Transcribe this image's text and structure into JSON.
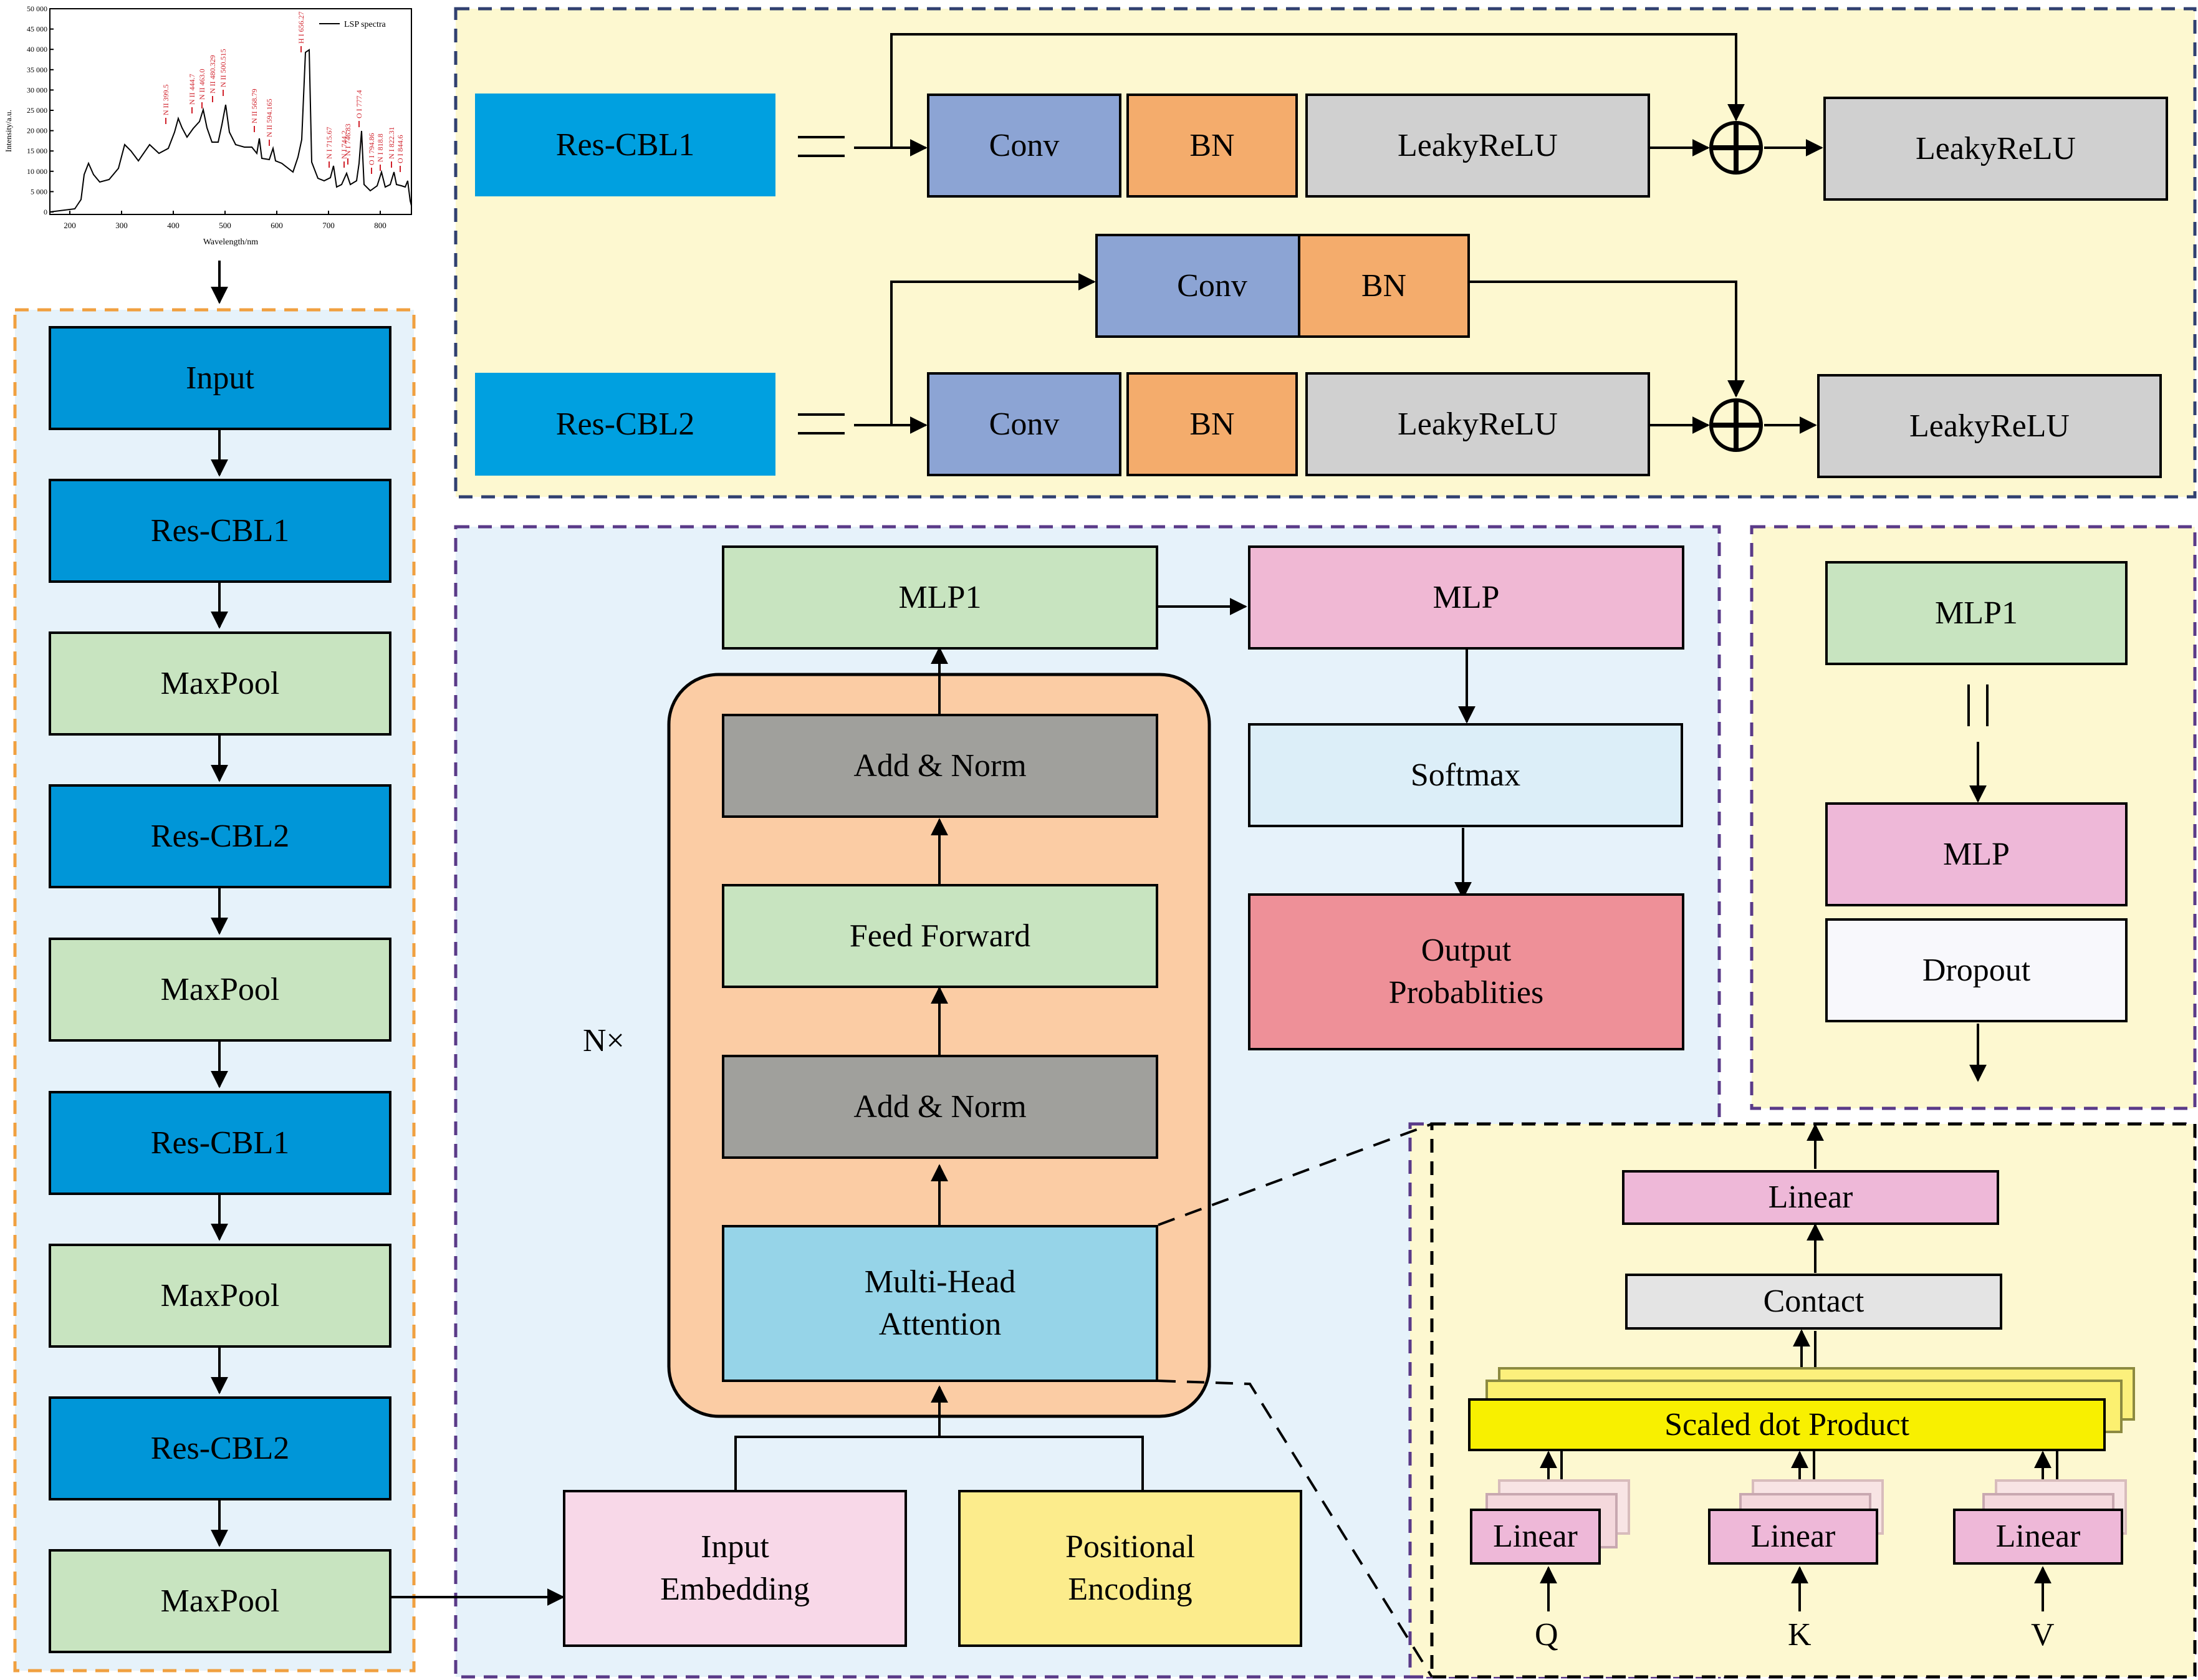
{
  "spectrum": {
    "legend": "LSP spectra",
    "ylabel": "Intensity/a.u.",
    "xlabel": "Wavelength/nm",
    "yticks": [
      "0",
      "5 000",
      "10 000",
      "15 000",
      "20 000",
      "25 000",
      "30 000",
      "35 000",
      "40 000",
      "45 000",
      "50 000"
    ],
    "xticks": [
      "200",
      "300",
      "400",
      "500",
      "600",
      "700",
      "800"
    ],
    "peaks": [
      "N II 399.5",
      "N II 444.7",
      "N II 463.0",
      "N II 480.329",
      "N II 500.515",
      "N II 568.79",
      "N II 594.165",
      "H I 656.27",
      "N I 715.67",
      "N I 744.2",
      "N I 746.83",
      "O I 777.4",
      "O I 794.86",
      "N I 818.8",
      "N I 822.31",
      "O I 844.6"
    ]
  },
  "backbone": {
    "blocks": [
      "Input",
      "Res-CBL1",
      "MaxPool",
      "Res-CBL2",
      "MaxPool",
      "Res-CBL1",
      "MaxPool",
      "Res-CBL2",
      "MaxPool"
    ]
  },
  "res_cbl": {
    "cbl1_label": "Res-CBL1",
    "cbl2_label": "Res-CBL2",
    "conv": "Conv",
    "bn": "BN",
    "leaky": "LeakyReLU"
  },
  "transformer": {
    "mlp1": "MLP1",
    "mlp": "MLP",
    "softmax": "Softmax",
    "output_line1": "Output",
    "output_line2": "Probablities",
    "add_norm": "Add & Norm",
    "feed_forward": "Feed Forward",
    "mha_line1": "Multi-Head",
    "mha_line2": "Attention",
    "n_times": "N×",
    "input_emb_line1": "Input",
    "input_emb_line2": "Embedding",
    "pos_enc_line1": "Positional",
    "pos_enc_line2": "Encoding"
  },
  "mlp_detail": {
    "mlp1": "MLP1",
    "mlp": "MLP",
    "dropout": "Dropout"
  },
  "attention_detail": {
    "linear": "Linear",
    "contact": "Contact",
    "scaled": "Scaled dot Product",
    "q": "Q",
    "k": "K",
    "v": "V"
  },
  "colors": {
    "backbone_panel": "#e6f2fa",
    "res_panel": "#fdf8d0",
    "trans_panel": "#e6f2fa",
    "mlp_panel": "#fdf8d0",
    "att_panel": "#fdf8d0",
    "orange_border": "#f0a040",
    "navy_border": "#304070",
    "purple_border": "#5a3a88"
  }
}
